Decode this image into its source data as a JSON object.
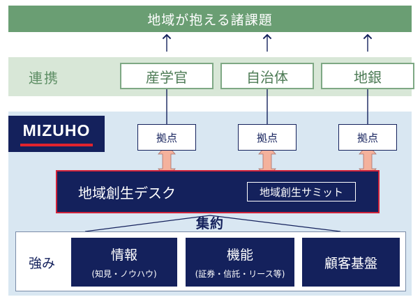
{
  "top_banner": {
    "title": "地域が抱える諸課題"
  },
  "collaboration": {
    "label": "連携",
    "partners": [
      "産学官",
      "自治体",
      "地銀"
    ]
  },
  "logo": {
    "text": "MIZUHO"
  },
  "hubs": [
    "拠点",
    "拠点",
    "拠点"
  ],
  "desk": {
    "label": "地域創生デスク",
    "summit": "地域創生サミット"
  },
  "aggregate_label": "集約",
  "strengths": {
    "label": "強み",
    "items": [
      {
        "title": "情報",
        "detail": "(知見・ノウハウ)"
      },
      {
        "title": "機能",
        "detail": "(証券・信託・リース等)"
      },
      {
        "title": "顧客基盤",
        "detail": ""
      }
    ]
  },
  "colors": {
    "banner_green": "#6a9e73",
    "collab_band": "#d8e7d7",
    "navy": "#14215c",
    "accent_red": "#d0233a",
    "arrow_peach": "#f4b19c",
    "background_blue": "#d9e7f2"
  }
}
